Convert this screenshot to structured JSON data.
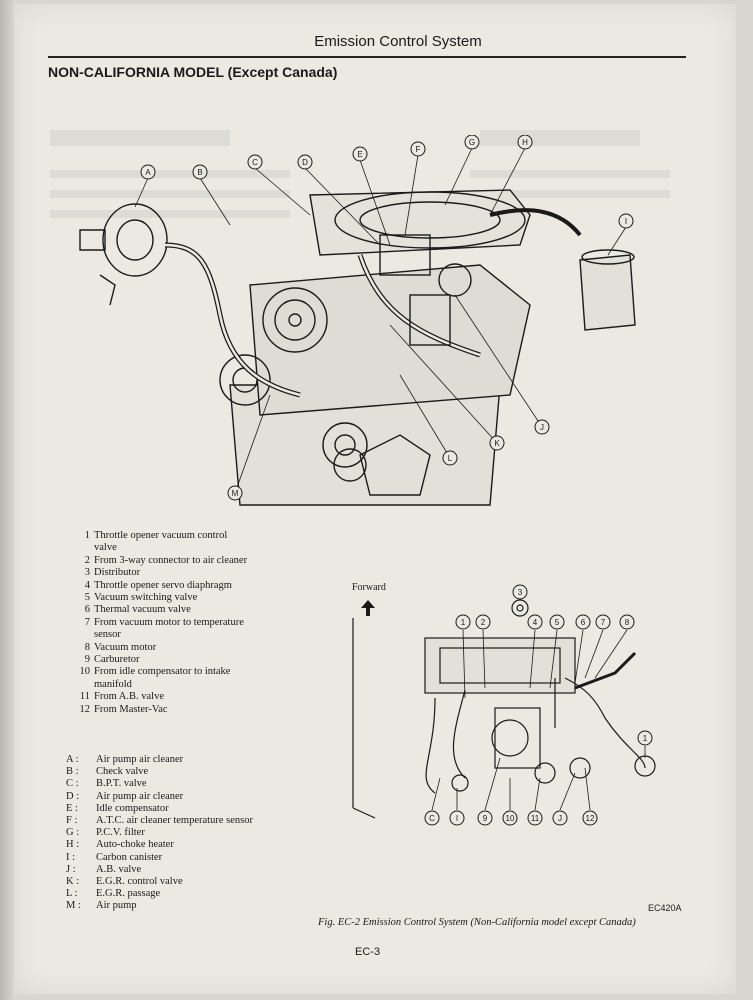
{
  "header": {
    "title": "Emission Control System"
  },
  "section_heading": "NON-CALIFORNIA MODEL (Except Canada)",
  "forward_label": "Forward",
  "legend_numbers": [
    {
      "num": "1",
      "text": "Throttle opener vacuum control valve"
    },
    {
      "num": "2",
      "text": "From 3-way connector to air cleaner"
    },
    {
      "num": "3",
      "text": "Distributor"
    },
    {
      "num": "4",
      "text": "Throttle opener servo diaphragm"
    },
    {
      "num": "5",
      "text": "Vacuum switching valve"
    },
    {
      "num": "6",
      "text": "Thermal vacuum valve"
    },
    {
      "num": "7",
      "text": "From vacuum motor to temperature sensor"
    },
    {
      "num": "8",
      "text": "Vacuum motor"
    },
    {
      "num": "9",
      "text": "Carburetor"
    },
    {
      "num": "10",
      "text": "From idle compensator to intake manifold"
    },
    {
      "num": "11",
      "text": "From A.B. valve"
    },
    {
      "num": "12",
      "text": "From Master-Vac"
    }
  ],
  "legend_letters": [
    {
      "key": "A :",
      "text": "Air pump air cleaner"
    },
    {
      "key": "B :",
      "text": "Check valve"
    },
    {
      "key": "C :",
      "text": "B.P.T. valve"
    },
    {
      "key": "D :",
      "text": "Air pump air cleaner"
    },
    {
      "key": "E :",
      "text": "Idle compensator"
    },
    {
      "key": "F :",
      "text": "A.T.C. air cleaner temperature sensor"
    },
    {
      "key": "G :",
      "text": "P.C.V. filter"
    },
    {
      "key": "H :",
      "text": "Auto-choke heater"
    },
    {
      "key": "I :",
      "text": "Carbon canister"
    },
    {
      "key": "J :",
      "text": "A.B. valve"
    },
    {
      "key": "K :",
      "text": "E.G.R. control valve"
    },
    {
      "key": "L :",
      "text": "E.G.R. passage"
    },
    {
      "key": "M :",
      "text": "Air pump"
    }
  ],
  "diagram_callouts": [
    "A",
    "B",
    "C",
    "D",
    "E",
    "F",
    "G",
    "H",
    "I",
    "J",
    "K",
    "L",
    "M"
  ],
  "schematic_callouts_top": [
    "1",
    "2",
    "3",
    "4",
    "5",
    "6",
    "7",
    "8"
  ],
  "schematic_callouts_bottom": [
    "C",
    "I",
    "9",
    "10",
    "11",
    "J",
    "12"
  ],
  "schematic_callout_right": "1",
  "figure_code": "EC420A",
  "caption": "Fig. EC-2  Emission Control System (Non-California model except Canada)",
  "page_number": "EC-3"
}
